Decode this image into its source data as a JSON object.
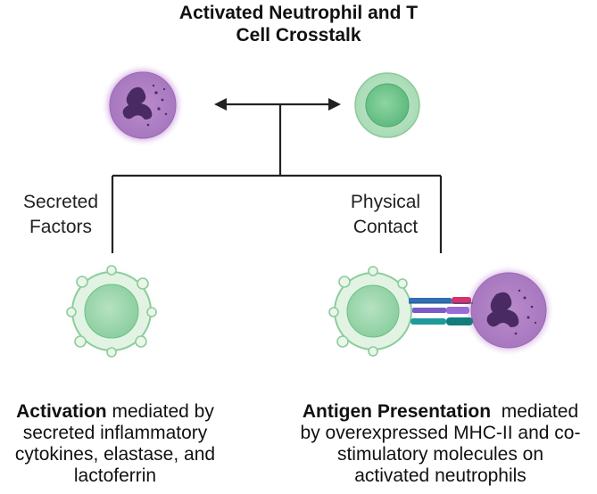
{
  "title": {
    "line1": "Activated Neutrophil and T",
    "line2": "Cell Crosstalk"
  },
  "branches": {
    "left": {
      "line1": "Secreted",
      "line2": "Factors"
    },
    "right": {
      "line1": "Physical",
      "line2": "Contact"
    }
  },
  "captions": {
    "left": {
      "bold": "Activation",
      "line1_rest": " mediated by",
      "line2": "secreted inflammatory",
      "line3": "cytokines, elastase, and",
      "line4": "lactoferrin"
    },
    "right": {
      "bold": "Antigen Presentation",
      "line1_rest": "  mediated",
      "line2": "by overexpressed MHC-II and co-",
      "line3": "stimulatory molecules on",
      "line4": "activated neutrophils"
    }
  },
  "colors": {
    "neutrophil_fill": "#c9a0d8",
    "neutrophil_glow": "#d9b8e6",
    "neutrophil_nucleus": "#4a2a63",
    "tcell_fill": "#b9e3c3",
    "tcell_nucleus": "#6cc48a",
    "activated_tcell_edge": "#d7efd8",
    "line": "#222222"
  }
}
